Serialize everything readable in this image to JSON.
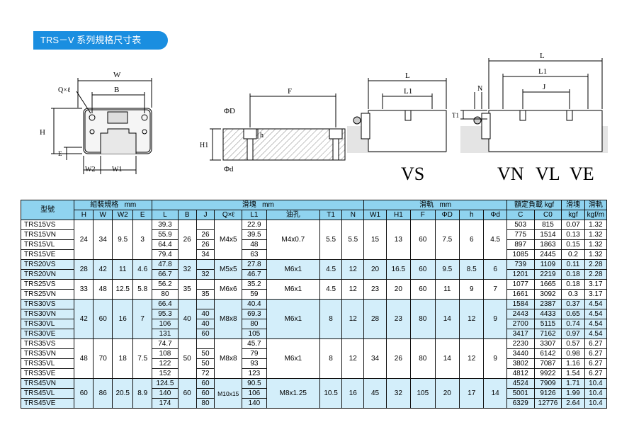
{
  "title": "TRS－V 系列規格尺寸表",
  "diagram_labels": {
    "front": {
      "W": "W",
      "B": "B",
      "Q": "Q×ℓ",
      "H": "H",
      "E": "E",
      "W2": "W2",
      "W1": "W1"
    },
    "section": {
      "F": "F",
      "phiD": "ΦD",
      "h": "h",
      "H1": "H1",
      "phid": "Φd"
    },
    "side": {
      "L": "L",
      "L1": "L1",
      "N": "N",
      "T1": "T1",
      "J": "J",
      "L_right": "L",
      "L1_right": "L1"
    },
    "types": {
      "vs": "VS",
      "vn": "VN",
      "vl": "VL",
      "ve": "VE"
    }
  },
  "table": {
    "header_groups": {
      "model": "型號",
      "assembly": "組裝規格",
      "assembly_unit": "mm",
      "block": "滑塊",
      "block_unit": "mm",
      "rail": "滑軌",
      "rail_unit": "mm",
      "load": "額定負載 kgf",
      "weight_block": "滑塊",
      "weight_rail": "滑軌"
    },
    "columns": {
      "H": "H",
      "W": "W",
      "W2": "W2",
      "E": "E",
      "L": "L",
      "B": "B",
      "J": "J",
      "Q": "Q×ℓ",
      "L1": "L1",
      "oil": "油孔",
      "T1": "T1",
      "N": "N",
      "W1": "W1",
      "H1": "H1",
      "F": "F",
      "PhiD": "ΦD",
      "h": "h",
      "Phid": "Φd",
      "C": "C",
      "C0": "C0",
      "kgf": "kgf",
      "kgfm": "kgf/m"
    },
    "groups": [
      {
        "H": "24",
        "W": "34",
        "W2": "9.5",
        "E": "3",
        "B": "26",
        "Q": "M4x5",
        "oil": "M4x0.7",
        "T1": "5.5",
        "N": "5.5",
        "W1": "15",
        "H1": "13",
        "F": "60",
        "PhiD": "7.5",
        "h": "6",
        "Phid": "4.5",
        "rows": [
          {
            "model": "TRS15VS",
            "L": "39.3",
            "J": "",
            "L1": "22.9",
            "C": "503",
            "C0": "815",
            "kgf": "0.07",
            "kgfm": "1.32"
          },
          {
            "model": "TRS15VN",
            "L": "55.9",
            "J": "26",
            "L1": "39.5",
            "C": "775",
            "C0": "1514",
            "kgf": "0.13",
            "kgfm": "1.32"
          },
          {
            "model": "TRS15VL",
            "L": "64.4",
            "J": "26",
            "L1": "48",
            "C": "897",
            "C0": "1863",
            "kgf": "0.15",
            "kgfm": "1.32"
          },
          {
            "model": "TRS15VE",
            "L": "79.4",
            "J": "34",
            "L1": "63",
            "C": "1085",
            "C0": "2445",
            "kgf": "0.2",
            "kgfm": "1.32"
          }
        ]
      },
      {
        "H": "28",
        "W": "42",
        "W2": "11",
        "E": "4.6",
        "B": "32",
        "Q": "M5x5",
        "oil": "M6x1",
        "T1": "4.5",
        "N": "12",
        "W1": "20",
        "H1": "16.5",
        "F": "60",
        "PhiD": "9.5",
        "h": "8.5",
        "Phid": "6",
        "rows": [
          {
            "model": "TRS20VS",
            "L": "47.8",
            "J": "",
            "L1": "27.8",
            "C": "739",
            "C0": "1109",
            "kgf": "0.11",
            "kgfm": "2.28"
          },
          {
            "model": "TRS20VN",
            "L": "66.7",
            "J": "32",
            "L1": "46.7",
            "C": "1201",
            "C0": "2219",
            "kgf": "0.18",
            "kgfm": "2.28"
          }
        ]
      },
      {
        "H": "33",
        "W": "48",
        "W2": "12.5",
        "E": "5.8",
        "B": "35",
        "Q": "M6x6",
        "oil": "M6x1",
        "T1": "4.5",
        "N": "12",
        "W1": "23",
        "H1": "20",
        "F": "60",
        "PhiD": "11",
        "h": "9",
        "Phid": "7",
        "rows": [
          {
            "model": "TRS25VS",
            "L": "56.2",
            "J": "",
            "L1": "35.2",
            "C": "1077",
            "C0": "1665",
            "kgf": "0.18",
            "kgfm": "3.17"
          },
          {
            "model": "TRS25VN",
            "L": "80",
            "J": "35",
            "L1": "59",
            "C": "1661",
            "C0": "3092",
            "kgf": "0.3",
            "kgfm": "3.17"
          }
        ]
      },
      {
        "H": "42",
        "W": "60",
        "W2": "16",
        "E": "7",
        "B": "40",
        "Q": "M8x8",
        "oil": "M6x1",
        "T1": "8",
        "N": "12",
        "W1": "28",
        "H1": "23",
        "F": "80",
        "PhiD": "14",
        "h": "12",
        "Phid": "9",
        "rows": [
          {
            "model": "TRS30VS",
            "L": "66.4",
            "J": "",
            "L1": "40.4",
            "C": "1584",
            "C0": "2387",
            "kgf": "0.37",
            "kgfm": "4.54"
          },
          {
            "model": "TRS30VN",
            "L": "95.3",
            "J": "40",
            "L1": "69.3",
            "C": "2443",
            "C0": "4433",
            "kgf": "0.65",
            "kgfm": "4.54"
          },
          {
            "model": "TRS30VL",
            "L": "106",
            "J": "40",
            "L1": "80",
            "C": "2700",
            "C0": "5115",
            "kgf": "0.74",
            "kgfm": "4.54"
          },
          {
            "model": "TRS30VE",
            "L": "131",
            "J": "60",
            "L1": "105",
            "C": "3417",
            "C0": "7162",
            "kgf": "0.97",
            "kgfm": "4.54"
          }
        ]
      },
      {
        "H": "48",
        "W": "70",
        "W2": "18",
        "E": "7.5",
        "B": "50",
        "Q": "M8x8",
        "oil": "M6x1",
        "T1": "8",
        "N": "12",
        "W1": "34",
        "H1": "26",
        "F": "80",
        "PhiD": "14",
        "h": "12",
        "Phid": "9",
        "rows": [
          {
            "model": "TRS35VS",
            "L": "74.7",
            "J": "",
            "L1": "45.7",
            "C": "2230",
            "C0": "3307",
            "kgf": "0.57",
            "kgfm": "6.27"
          },
          {
            "model": "TRS35VN",
            "L": "108",
            "J": "50",
            "L1": "79",
            "C": "3440",
            "C0": "6142",
            "kgf": "0.98",
            "kgfm": "6.27"
          },
          {
            "model": "TRS35VL",
            "L": "122",
            "J": "50",
            "L1": "93",
            "C": "3802",
            "C0": "7087",
            "kgf": "1.16",
            "kgfm": "6.27"
          },
          {
            "model": "TRS35VE",
            "L": "152",
            "J": "72",
            "L1": "123",
            "C": "4812",
            "C0": "9922",
            "kgf": "1.54",
            "kgfm": "6.27"
          }
        ]
      },
      {
        "H": "60",
        "W": "86",
        "W2": "20.5",
        "E": "8.9",
        "B": "60",
        "Q": "M10x15",
        "oil": "M8x1.25",
        "T1": "10.5",
        "N": "16",
        "W1": "45",
        "H1": "32",
        "F": "105",
        "PhiD": "20",
        "h": "17",
        "Phid": "14",
        "rows": [
          {
            "model": "TRS45VN",
            "L": "124.5",
            "J": "60",
            "L1": "90.5",
            "C": "4524",
            "C0": "7909",
            "kgf": "1.71",
            "kgfm": "10.4"
          },
          {
            "model": "TRS45VL",
            "L": "140",
            "J": "60",
            "L1": "106",
            "C": "5001",
            "C0": "9126",
            "kgf": "1.99",
            "kgfm": "10.4"
          },
          {
            "model": "TRS45VE",
            "L": "174",
            "J": "80",
            "L1": "140",
            "C": "6329",
            "C0": "12776",
            "kgf": "2.64",
            "kgfm": "10.4"
          }
        ]
      }
    ]
  }
}
